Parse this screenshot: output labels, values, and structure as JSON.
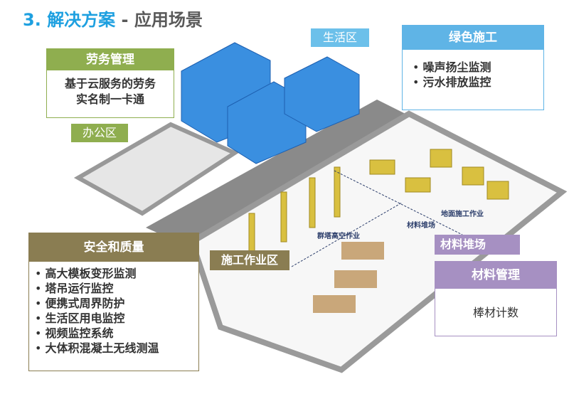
{
  "title": {
    "number": "3.",
    "main": "解决方案",
    "sep": " - ",
    "sub": "应用场景"
  },
  "labor": {
    "header": "劳务管理",
    "body_line1": "基于云服务的劳务",
    "body_line2": "实名制一卡通"
  },
  "office_tag": "办公区",
  "living_tag": "生活区",
  "green": {
    "header": "绿色施工",
    "items": [
      "噪声扬尘监测",
      "污水排放监控"
    ]
  },
  "safety": {
    "header": "安全和质量",
    "items": [
      "高大模板变形监测",
      "塔吊运行监控",
      "便携式周界防护",
      "生活区用电监控",
      "视频监控系统",
      "大体积混凝土无线测温"
    ]
  },
  "worksite_tag": "施工作业区",
  "yard_tag": "材料堆场",
  "material": {
    "header": "材料管理",
    "body": "棒材计数"
  },
  "scene_labels": {
    "ground": "地面施工作业",
    "yard": "材料堆场",
    "tower": "群塔高空作业"
  },
  "colors": {
    "title_blue": "#1ea0e0",
    "green": "#8fae4f",
    "blue": "#5fb4e6",
    "olive": "#8a7d52",
    "purple": "#a690c2"
  }
}
